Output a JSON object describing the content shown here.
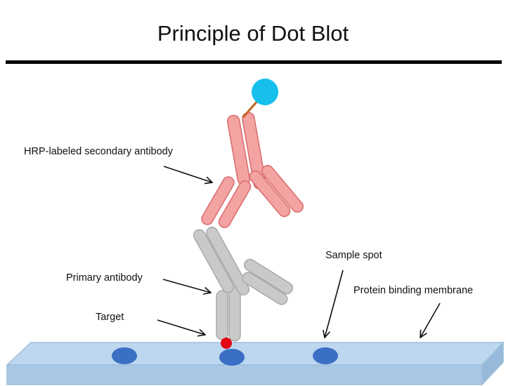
{
  "title": "Principle of Dot Blot",
  "labels": {
    "secondary_antibody": "HRP-labeled secondary antibody",
    "primary_antibody": "Primary antibody",
    "target": "Target",
    "sample_spot": "Sample spot",
    "membrane": "Protein binding membrane"
  },
  "colors": {
    "membrane_fill": "#bcd7ef",
    "membrane_edge": "#9dbfdc",
    "dot": "#3a6fc4",
    "target": "#e30613",
    "primary": "#c9c9c9",
    "secondary": "#f4a3a3",
    "hrp": "#17c0ec",
    "linker": "#c0651e"
  }
}
